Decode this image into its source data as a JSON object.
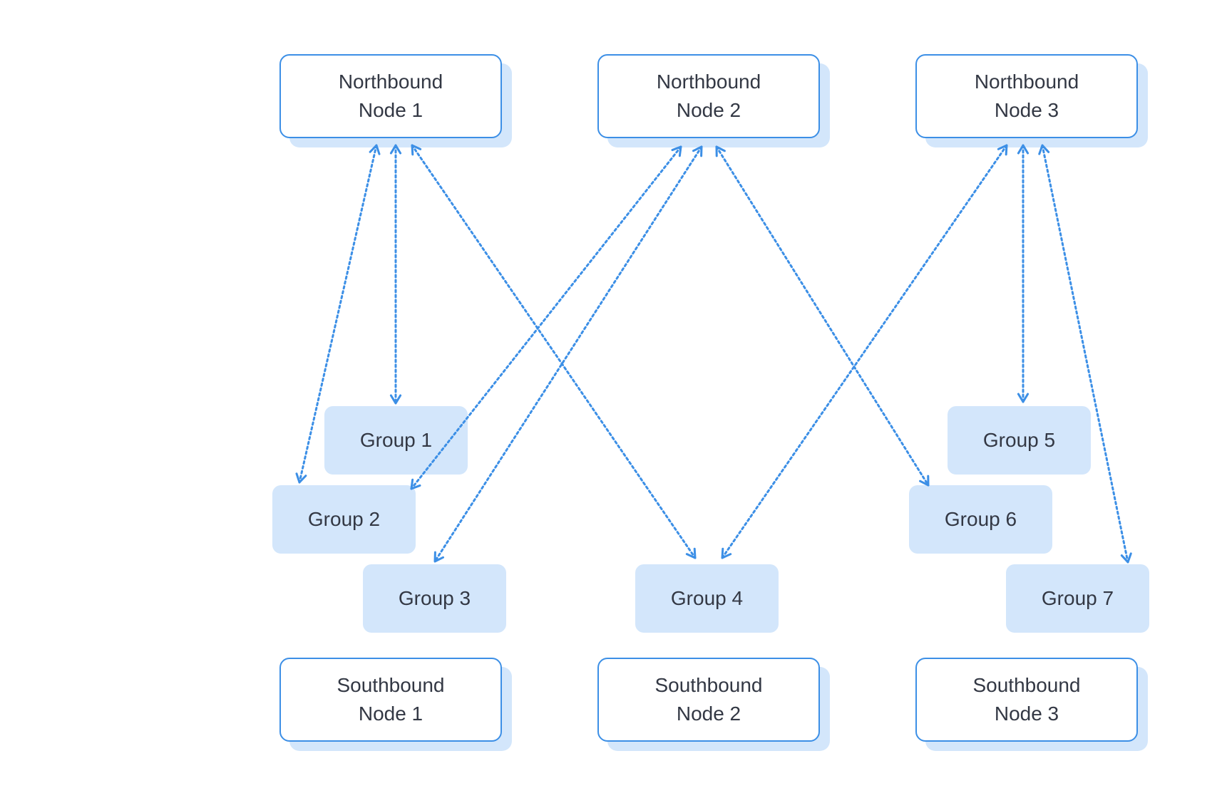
{
  "colors": {
    "accent": "#3c8fe6",
    "group_fill": "#d3e6fb",
    "text": "#333844"
  },
  "northbound": [
    {
      "line1": "Northbound",
      "line2": "Node 1"
    },
    {
      "line1": "Northbound",
      "line2": "Node 2"
    },
    {
      "line1": "Northbound",
      "line2": "Node 3"
    }
  ],
  "southbound": [
    {
      "line1": "Southbound",
      "line2": "Node 1"
    },
    {
      "line1": "Southbound",
      "line2": "Node 2"
    },
    {
      "line1": "Southbound",
      "line2": "Node 3"
    }
  ],
  "groups": [
    {
      "label": "Group 1"
    },
    {
      "label": "Group 2"
    },
    {
      "label": "Group 3"
    },
    {
      "label": "Group 4"
    },
    {
      "label": "Group 5"
    },
    {
      "label": "Group 6"
    },
    {
      "label": "Group 7"
    }
  ],
  "links": [
    {
      "from": "Northbound Node 1",
      "to": "Group 1"
    },
    {
      "from": "Northbound Node 1",
      "to": "Group 2"
    },
    {
      "from": "Northbound Node 1",
      "to": "Group 4"
    },
    {
      "from": "Northbound Node 2",
      "to": "Group 2"
    },
    {
      "from": "Northbound Node 2",
      "to": "Group 3"
    },
    {
      "from": "Northbound Node 2",
      "to": "Group 6"
    },
    {
      "from": "Northbound Node 3",
      "to": "Group 4"
    },
    {
      "from": "Northbound Node 3",
      "to": "Group 5"
    },
    {
      "from": "Northbound Node 3",
      "to": "Group 7"
    }
  ]
}
